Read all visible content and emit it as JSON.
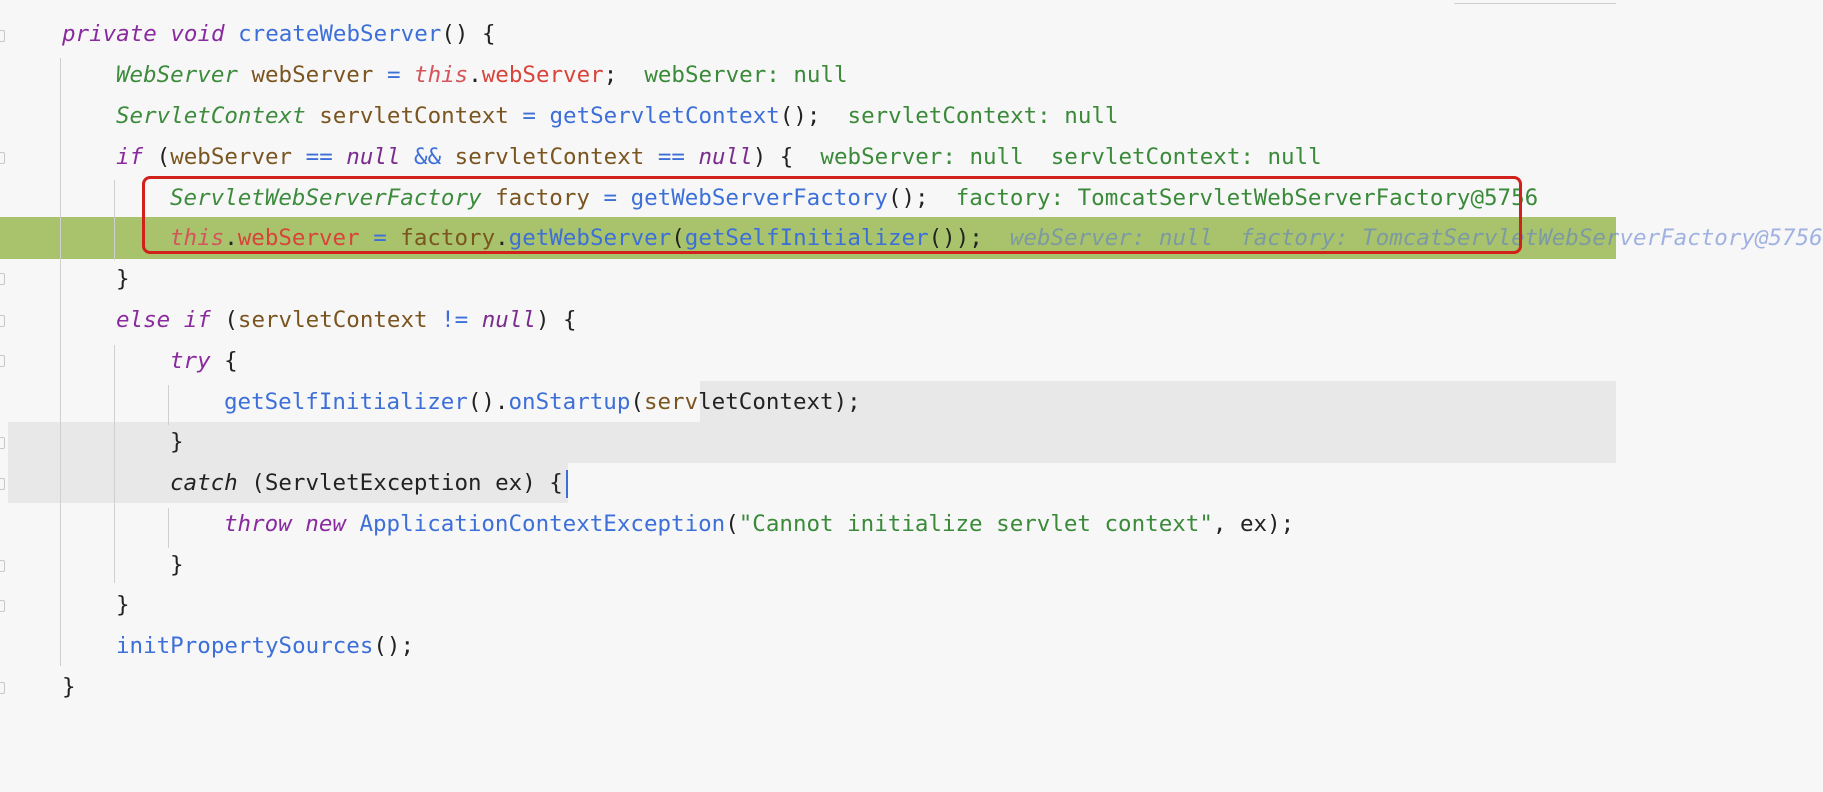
{
  "editor": {
    "language": "java",
    "colors": {
      "background": "#f7f7f7",
      "execution_line": "#a8c36b",
      "highlight_box": "#d0211a",
      "keyword": "#8a2a9f",
      "type": "#3d8b3d",
      "method": "#3d6fd8",
      "variable": "#7a5520",
      "field": "#d8443a",
      "string": "#3a8a3a"
    },
    "lines": {
      "l1": {
        "t1": "private",
        "t2": " ",
        "t3": "void",
        "t4": " ",
        "t5": "createWebServer",
        "t6": "() {"
      },
      "l2": {
        "t1": "WebServer",
        "t2": " ",
        "t3": "webServer",
        "t4": " ",
        "t5": "=",
        "t6": " ",
        "t7": "this",
        "t8": ".",
        "t9": "webServer",
        "t10": ";",
        "hint": "  webServer: null"
      },
      "l3": {
        "t1": "ServletContext",
        "t2": " ",
        "t3": "servletContext",
        "t4": " ",
        "t5": "=",
        "t6": " ",
        "t7": "getServletContext",
        "t8": "();",
        "hint": "  servletContext: null"
      },
      "l4": {
        "t1": "if",
        "t2": " (",
        "t3": "webServer",
        "t4": " ",
        "t5": "==",
        "t6": " ",
        "t7": "null",
        "t8": " ",
        "t9": "&&",
        "t10": " ",
        "t11": "servletContext",
        "t12": " ",
        "t13": "==",
        "t14": " ",
        "t15": "null",
        "t16": ") {",
        "hint": "  webServer: null  servletContext: null"
      },
      "l5": {
        "t1": "ServletWebServerFactory",
        "t2": " ",
        "t3": "factory",
        "t4": " ",
        "t5": "=",
        "t6": " ",
        "t7": "getWebServerFactory",
        "t8": "();",
        "hint": "  factory: TomcatServletWebServerFactory@5756"
      },
      "l6": {
        "t1": "this",
        "t2": ".",
        "t3": "webServer",
        "t4": " ",
        "t5": "=",
        "t6": " ",
        "t7": "factory",
        "t8": ".",
        "t9": "getWebServer",
        "t10": "(",
        "t11": "getSelfInitializer",
        "t12": "());",
        "hint": "  webServer: null  factory: TomcatServletWebServerFactory@5756"
      },
      "l7": {
        "t1": "}"
      },
      "l8": {
        "t1": "else",
        "t2": " ",
        "t3": "if",
        "t4": " (",
        "t5": "servletContext",
        "t6": " ",
        "t7": "!=",
        "t8": " ",
        "t9": "null",
        "t10": ") {"
      },
      "l9": {
        "t1": "try",
        "t2": " {"
      },
      "l10": {
        "t1": "getSelfInitializer",
        "t2": "().",
        "t3": "onStartup",
        "t4": "(",
        "t5": "serv",
        "t6": "letContext);"
      },
      "l11": {
        "t1": "}"
      },
      "l12": {
        "t1": "catch",
        "t2": " (ServletException ex) {"
      },
      "l13": {
        "t1": "throw",
        "t2": " ",
        "t3": "new",
        "t4": " ",
        "t5": "ApplicationContextException",
        "t6": "(",
        "t7": "\"Cannot initialize servlet context\"",
        "t8": ", ex);"
      },
      "l14": {
        "t1": "}"
      },
      "l15": {
        "t1": "}"
      },
      "l16": {
        "t1": "initPropertySources",
        "t2": "();"
      },
      "l17": {
        "t1": "}"
      }
    }
  }
}
